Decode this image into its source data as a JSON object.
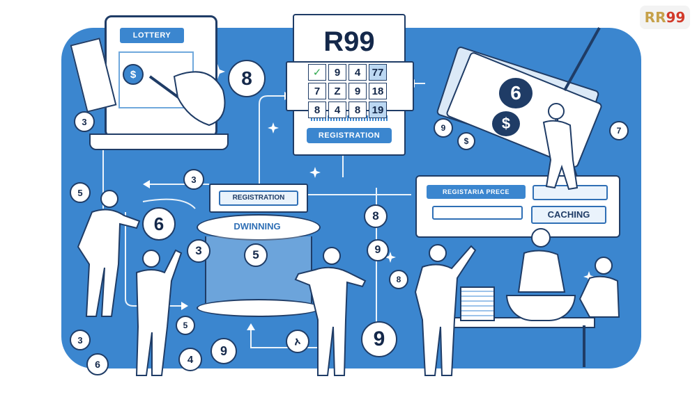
{
  "logo": {
    "part1": "RR",
    "part2": "99"
  },
  "laptop": {
    "screen_label": "LOTTERY",
    "currency_symbol": "$"
  },
  "ticket": {
    "title": "R99",
    "grid": [
      [
        "✓",
        "9",
        "4",
        "77"
      ],
      [
        "7",
        "Z",
        "9",
        "18"
      ],
      [
        "8",
        "4",
        "8",
        "19"
      ]
    ],
    "button_label": "REGISTRATION"
  },
  "registration_box": {
    "label": "REGISTRATION"
  },
  "drum": {
    "label": "DWINNING"
  },
  "form": {
    "field_label": "REGISTARIA PRECE",
    "button_label": "CACHING"
  },
  "coins": {
    "c1": "8",
    "c2": "3",
    "c3": "5",
    "c4": "3",
    "c5": "6",
    "c6": "3",
    "c7": "5",
    "c8": "3",
    "c9": "6",
    "c10": "5",
    "c11": "4",
    "c12": "9",
    "c13": "ኦ",
    "c14": "9",
    "c15": "8",
    "c16": "9",
    "c17": "8",
    "c18": "9",
    "c19": "7",
    "c20": "$",
    "c21": "6",
    "c22": "$"
  },
  "colors": {
    "panel": "#3b86cf",
    "ink": "#1f3c66",
    "accent": "#3b86cf"
  }
}
